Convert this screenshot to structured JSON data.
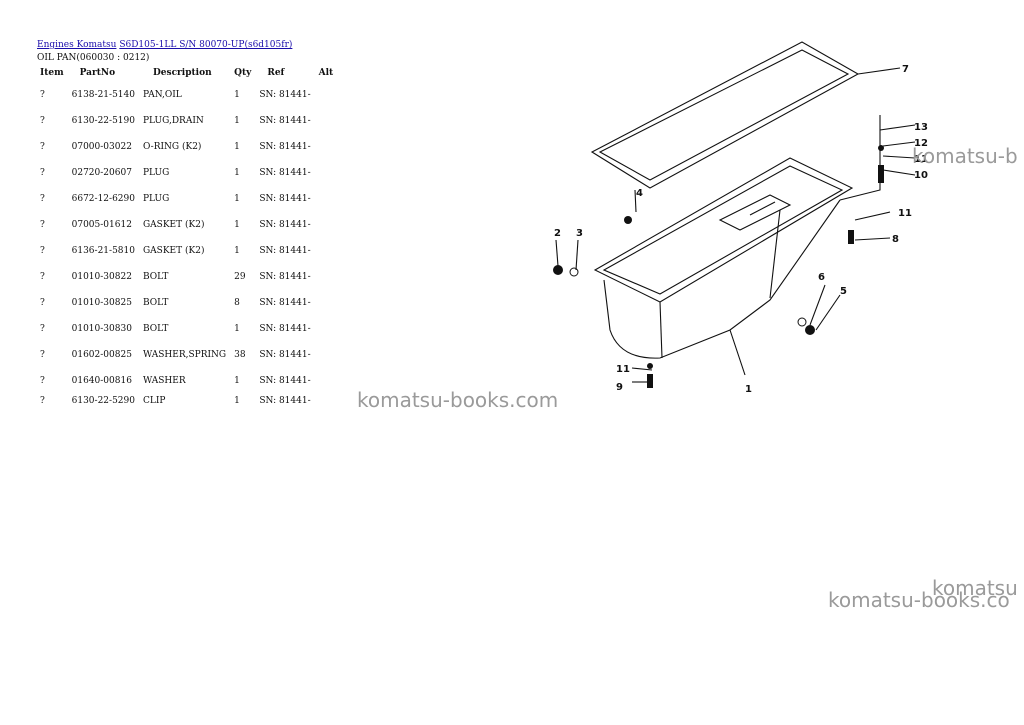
{
  "breadcrumb": {
    "link1": "Engines Komatsu",
    "link2": "S6D105-1LL S/N 80070-UP(s6d105fr)"
  },
  "subtitle": "OIL PAN(060030 : 0212)",
  "table": {
    "headers": [
      "Item",
      "PartNo",
      "Description",
      "Qty",
      "Ref",
      "Alt"
    ],
    "rows": [
      [
        "?",
        "6138-21-5140",
        "PAN,OIL",
        "1",
        "SN: 81441-",
        ""
      ],
      [
        "?",
        "6130-22-5190",
        "PLUG,DRAIN",
        "1",
        "SN: 81441-",
        ""
      ],
      [
        "?",
        "07000-03022",
        "O-RING (K2)",
        "1",
        "SN: 81441-",
        ""
      ],
      [
        "?",
        "02720-20607",
        "PLUG",
        "1",
        "SN: 81441-",
        ""
      ],
      [
        "?",
        "6672-12-6290",
        "PLUG",
        "1",
        "SN: 81441-",
        ""
      ],
      [
        "?",
        "07005-01612",
        "GASKET (K2)",
        "1",
        "SN: 81441-",
        ""
      ],
      [
        "?",
        "6136-21-5810",
        "GASKET (K2)",
        "1",
        "SN: 81441-",
        ""
      ],
      [
        "?",
        "01010-30822",
        "BOLT",
        "29",
        "SN: 81441-",
        ""
      ],
      [
        "?",
        "01010-30825",
        "BOLT",
        "8",
        "SN: 81441-",
        ""
      ],
      [
        "?",
        "01010-30830",
        "BOLT",
        "1",
        "SN: 81441-",
        ""
      ],
      [
        "?",
        "01602-00825",
        "WASHER,SPRING",
        "38",
        "SN: 81441-",
        ""
      ],
      [
        "?",
        "01640-00816",
        "WASHER",
        "1",
        "SN: 81441-",
        ""
      ],
      [
        "?",
        "6130-22-5290",
        "CLIP",
        "1",
        "SN: 81441-",
        ""
      ]
    ]
  },
  "diagram": {
    "callouts": [
      "1",
      "2",
      "3",
      "4",
      "5",
      "6",
      "7",
      "8",
      "9",
      "10",
      "11",
      "11",
      "11",
      "12",
      "13"
    ]
  },
  "watermarks": {
    "center": "komatsu-books.com",
    "top_right": "komatsu-b",
    "bottom_right_1": "komatsu",
    "bottom_right_2": "komatsu-books.co"
  }
}
